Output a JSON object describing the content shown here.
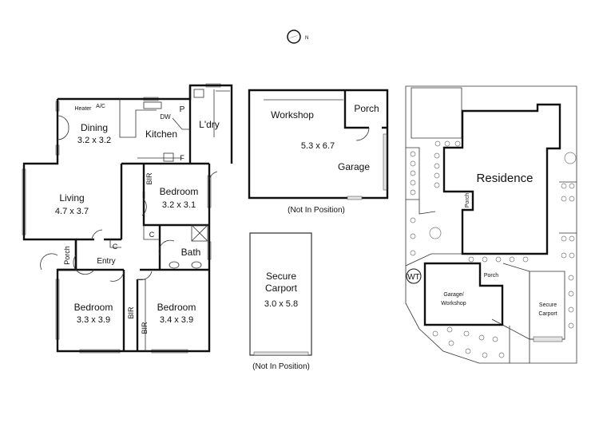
{
  "compass": {
    "label": "N"
  },
  "house": {
    "rooms": {
      "dining": {
        "name": "Dining",
        "size": "3.2 x 3.2"
      },
      "kitchen": {
        "name": "Kitchen"
      },
      "laundry": {
        "name": "L'dry"
      },
      "pantry": {
        "name": "P"
      },
      "dishwasher": {
        "name": "DW"
      },
      "heater": {
        "name": "Heater"
      },
      "ac": {
        "name": "A/C"
      },
      "fridge": {
        "name": "F"
      },
      "living": {
        "name": "Living",
        "size": "4.7 x 3.7"
      },
      "bedroom_mid": {
        "name": "Bedroom",
        "size": "3.2 x 3.1"
      },
      "bir_mid": {
        "name": "BIR"
      },
      "cupboard_entry": {
        "name": "C"
      },
      "cupboard_bath": {
        "name": "C"
      },
      "porch": {
        "name": "Porch"
      },
      "entry": {
        "name": "Entry"
      },
      "bath": {
        "name": "Bath"
      },
      "bedroom_left": {
        "name": "Bedroom",
        "size": "3.3 x 3.9"
      },
      "bedroom_right": {
        "name": "Bedroom",
        "size": "3.4 x 3.9"
      },
      "bir_left": {
        "name": "BIR"
      },
      "bir_right": {
        "name": "BIR"
      }
    }
  },
  "workshop": {
    "workshop": "Workshop",
    "porch": "Porch",
    "size": "5.3 x 6.7",
    "garage": "Garage",
    "note": "(Not In Position)"
  },
  "carport": {
    "line1": "Secure",
    "line2": "Carport",
    "size": "3.0 x 5.8",
    "note": "(Not In Position)"
  },
  "site": {
    "residence": "Residence",
    "porch": "Porch",
    "garage_porch": "Porch",
    "garage_line1": "Garage/",
    "garage_line2": "Workshop",
    "carport_line1": "Secure",
    "carport_line2": "Carport",
    "water_tank": "WT"
  }
}
